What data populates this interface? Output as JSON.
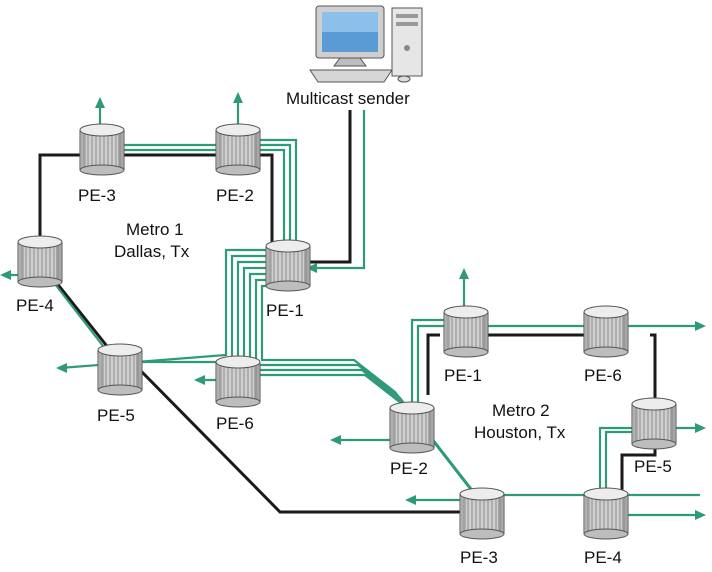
{
  "sender": {
    "label": "Multicast sender"
  },
  "metro1": {
    "name": "Metro 1",
    "location": "Dallas, Tx",
    "routers": [
      "PE-3",
      "PE-2",
      "PE-4",
      "PE-1",
      "PE-5",
      "PE-6"
    ]
  },
  "metro2": {
    "name": "Metro 2",
    "location": "Houston, Tx",
    "routers": [
      "PE-1",
      "PE-6",
      "PE-2",
      "PE-5",
      "PE-3",
      "PE-4"
    ]
  },
  "colors": {
    "link": "#1a1a1a",
    "multicast": "#2e9a7a",
    "router_body": "#c9c9c9",
    "router_top": "#eeeeee"
  }
}
